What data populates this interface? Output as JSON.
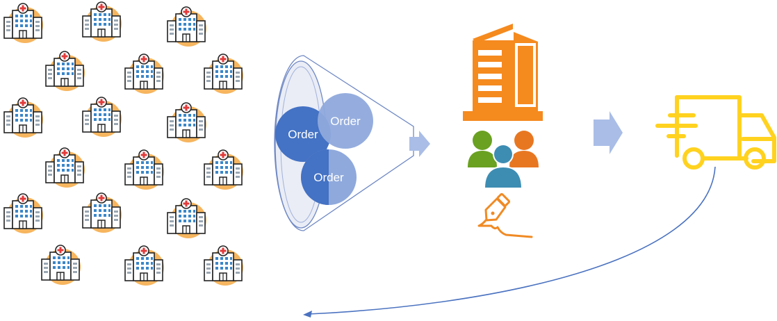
{
  "hospitals": {
    "count": 18,
    "icon": "hospital-icon",
    "colors": {
      "circle": "#f6b55e",
      "outline": "#222222",
      "windows": "#3a86c8",
      "cross": "#e23b3b"
    }
  },
  "funnel": {
    "orders": [
      "Order",
      "Order",
      "Order"
    ],
    "colors": {
      "order_dark": "#4472c4",
      "order_light": "#8fa9dc",
      "funnel": "#6f88c4"
    }
  },
  "company": {
    "colors": {
      "building": "#f58a1f",
      "person_green": "#6aa121",
      "person_orange": "#e87722",
      "person_blue": "#3d8db3",
      "pen": "#f08a24"
    }
  },
  "truck": {
    "color": "#ffd21f"
  },
  "arrows": {
    "block_color": "#a9bde6",
    "return_curve_color": "#4a72c0"
  }
}
